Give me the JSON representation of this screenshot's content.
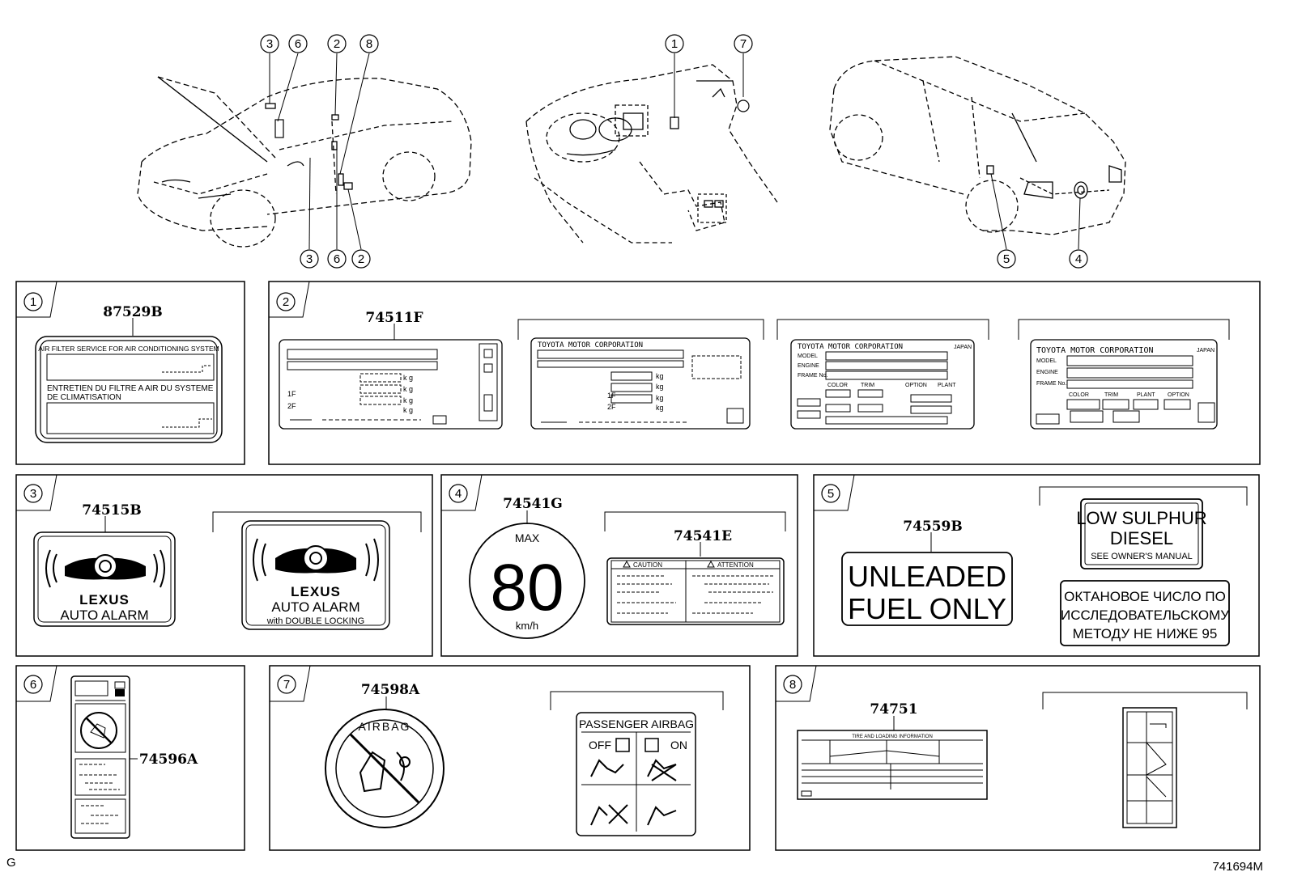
{
  "header": {
    "front_callouts_top": [
      "3",
      "6",
      "2",
      "8"
    ],
    "front_callouts_bottom": [
      "3",
      "6",
      "2"
    ],
    "dash_callouts": [
      "1",
      "7"
    ],
    "rear_callouts": [
      "5",
      "4"
    ]
  },
  "panels": {
    "p1": {
      "number": "1",
      "part": "87529B",
      "line1": "AIR FILTER SERVICE FOR AIR CONDITIONING SYSTEM",
      "line2": "ENTRETIEN DU FILTRE A AIR DU SYSTEME",
      "line3": "DE CLIMATISATION"
    },
    "p2": {
      "number": "2",
      "part": "74511F",
      "kg": "k g",
      "kg2": "kg",
      "f1": "1F",
      "f2": "2F",
      "corp1": "TOYOTA MOTOR CORPORATION",
      "corp2": "TOYOTA MOTOR CORPORATION",
      "corp3": "TOYOTA MOTOR CORPORATION",
      "japan": "JAPAN",
      "model": "MODEL",
      "engine": "ENGINE",
      "frame": "FRAME No.",
      "color": "COLOR",
      "trim": "TRIM",
      "option": "OPTION",
      "plant": "PLANT"
    },
    "p3": {
      "number": "3",
      "part": "74515B",
      "brand": "LEXUS",
      "auto_alarm": "AUTO ALARM",
      "double_locking": "with DOUBLE LOCKING"
    },
    "p4": {
      "number": "4",
      "part1": "74541G",
      "part2": "74541E",
      "max": "MAX",
      "speed": "80",
      "unit": "km/h",
      "caution": "CAUTION",
      "attention": "ATTENTION"
    },
    "p5": {
      "number": "5",
      "part": "74559B",
      "unleaded1": "UNLEADED",
      "unleaded2": "FUEL ONLY",
      "diesel1": "LOW SULPHUR",
      "diesel2": "DIESEL",
      "diesel3": "SEE OWNER'S MANUAL",
      "russian1": "ОКТАНОВОЕ ЧИСЛО ПО",
      "russian2": "ИССЛЕДОВАТЕЛЬСКОМУ",
      "russian3": "МЕТОДУ НЕ НИЖЕ 95"
    },
    "p6": {
      "number": "6",
      "part": "74596A"
    },
    "p7": {
      "number": "7",
      "part": "74598A",
      "airbag": "AIRBAG",
      "passenger": "PASSENGER AIRBAG",
      "off": "OFF",
      "on": "ON"
    },
    "p8": {
      "number": "8",
      "part": "74751",
      "tire_title": "TIRE AND LOADING INFORMATION"
    }
  },
  "footer": {
    "left": "G",
    "right": "741694M"
  }
}
